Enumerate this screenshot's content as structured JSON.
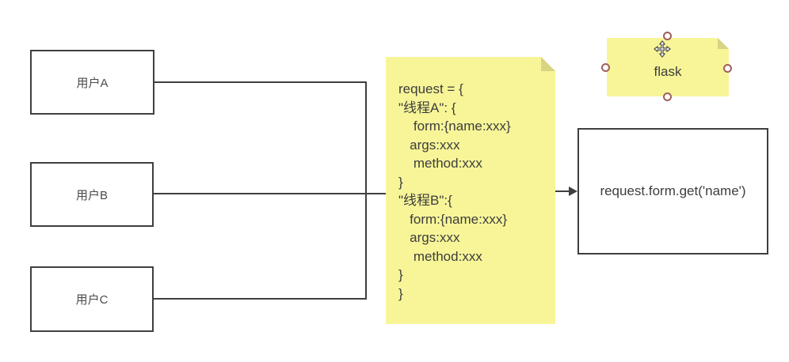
{
  "diagram": {
    "user_boxes": [
      {
        "label": "用户A"
      },
      {
        "label": "用户B"
      },
      {
        "label": "用户C"
      }
    ],
    "sticky_note": {
      "lines": [
        "request = {",
        "\"线程A\": {",
        "    form:{name:xxx}",
        "   args:xxx",
        "    method:xxx",
        "}",
        "\"线程B\":{",
        "   form:{name:xxx}",
        "   args:xxx",
        "    method:xxx",
        "}",
        "}"
      ]
    },
    "result_box": {
      "label": "request.form.get('name')"
    },
    "flask_note": {
      "label": "flask",
      "selected": true,
      "handles": [
        "top",
        "left",
        "right",
        "bottom"
      ]
    }
  },
  "icons": {
    "move_icon": "four-way-move-arrows",
    "handle_icon": "round-selection-handle"
  },
  "colors": {
    "background": "#ffffff",
    "shape_border": "#3f3f3f",
    "connector": "#3f3f3f",
    "note_background": "#f7f598",
    "note_fold": "#d8d482",
    "text": "#3d3d3d",
    "selection_handle": "#9e5f58"
  }
}
